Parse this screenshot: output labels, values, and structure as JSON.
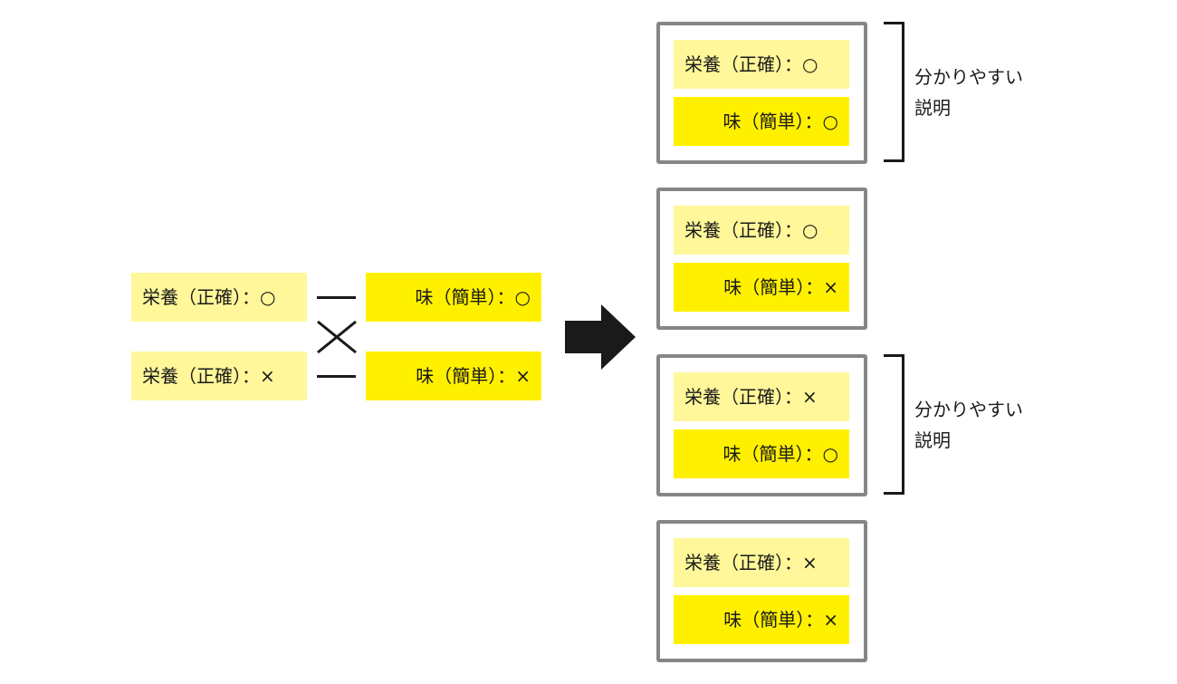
{
  "left": {
    "nutrition_yes": "栄養（正確）：○",
    "nutrition_no": "栄養（正確）：×",
    "taste_yes": "味（簡単）：○",
    "taste_no": "味（簡単）：×"
  },
  "combinations": [
    {
      "nutrition": "栄養（正確）：○",
      "taste": "味（簡単）：○"
    },
    {
      "nutrition": "栄養（正確）：○",
      "taste": "味（簡単）：×"
    },
    {
      "nutrition": "栄養（正確）：×",
      "taste": "味（簡単）：○"
    },
    {
      "nutrition": "栄養（正確）：×",
      "taste": "味（簡単）：×"
    }
  ],
  "notes": [
    {
      "line1": "分かりやすい",
      "line2": "説明"
    },
    {
      "line1": "分かりやすい",
      "line2": "説明"
    }
  ],
  "colors": {
    "pale_yellow": "#fff799",
    "bright_yellow": "#fff000",
    "frame_gray": "#868686",
    "ink": "#1a1a1a"
  }
}
